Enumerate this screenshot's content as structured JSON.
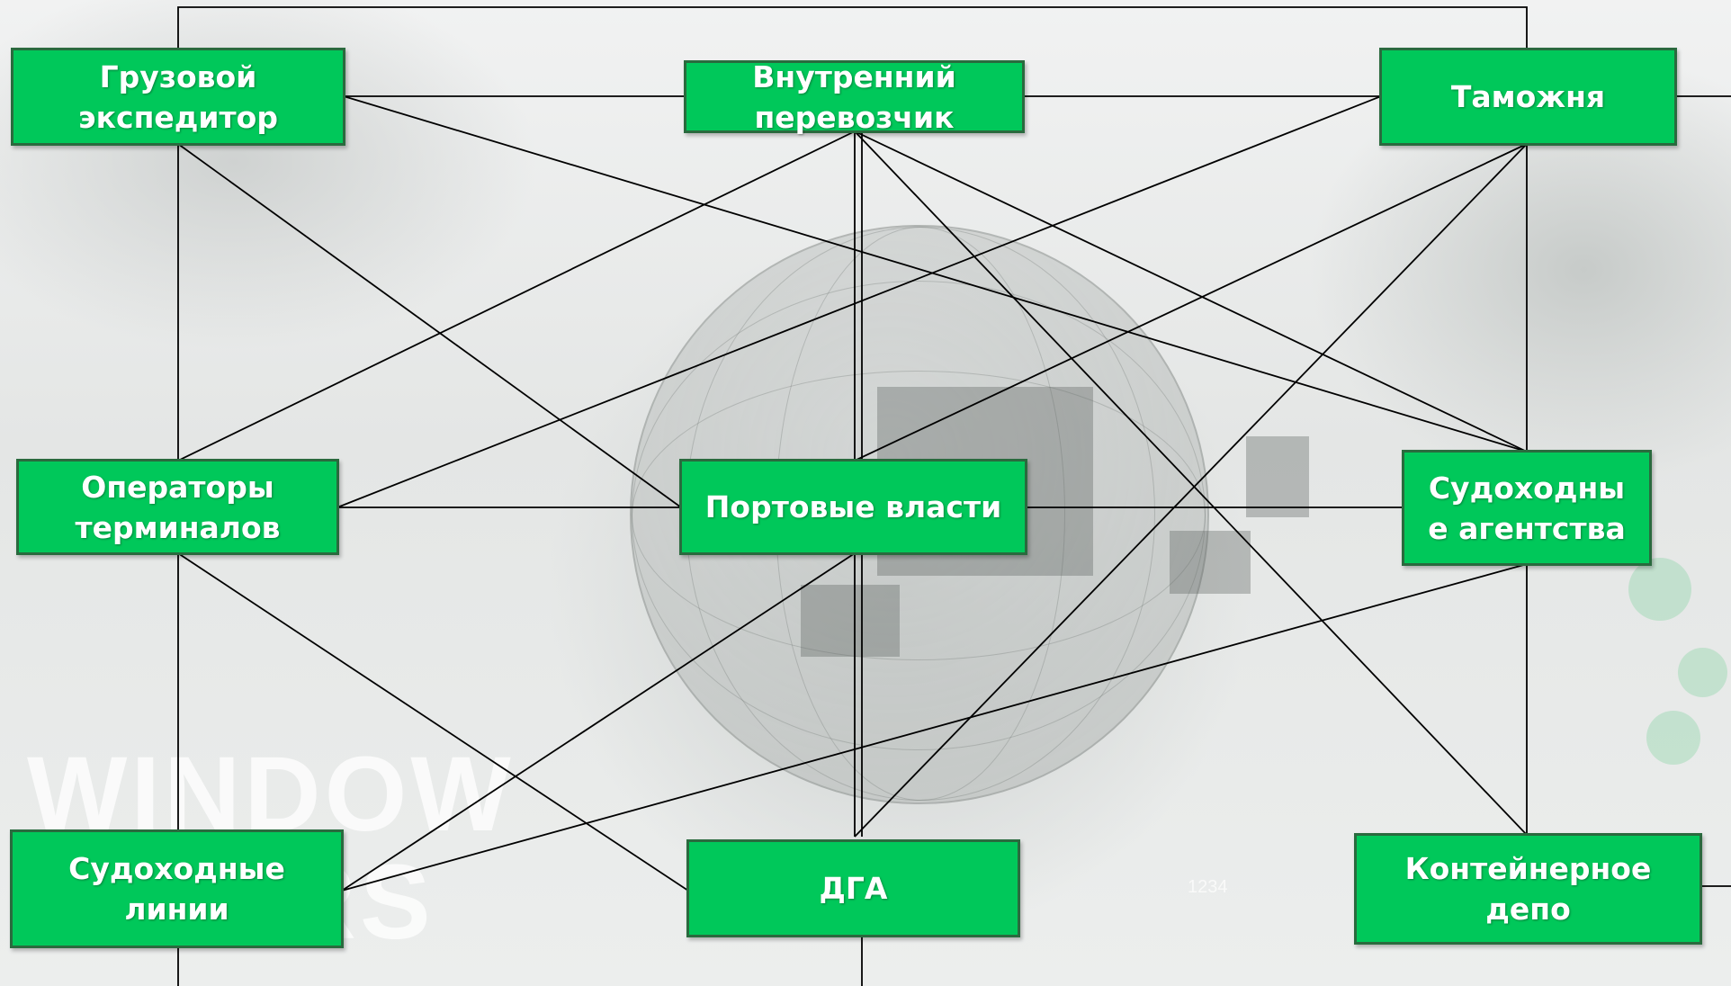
{
  "background": {
    "watermark_lines": [
      "WINDOW",
      "DOORS"
    ],
    "watermark_number": "1234",
    "node_color": "#00c85a",
    "node_border_color": "#2a6a3e",
    "line_color": "#000000"
  },
  "nodes": [
    {
      "id": "freight-forwarder",
      "label": "Грузовой\nэкспедитор"
    },
    {
      "id": "inland-carrier",
      "label": "Внутренний\nперевозчик"
    },
    {
      "id": "customs",
      "label": "Таможня"
    },
    {
      "id": "terminal-operators",
      "label": "Операторы\nтерминалов"
    },
    {
      "id": "port-authorities",
      "label": "Портовые власти"
    },
    {
      "id": "shipping-agencies",
      "label": "Судоходны\nе агентства"
    },
    {
      "id": "shipping-lines",
      "label": "Судоходные\nлинии"
    },
    {
      "id": "dga",
      "label": "ДГА"
    },
    {
      "id": "container-depot",
      "label": "Контейнерное\nдепо"
    }
  ],
  "connections": [
    [
      "freight-forwarder",
      "inland-carrier"
    ],
    [
      "freight-forwarder",
      "customs"
    ],
    [
      "freight-forwarder",
      "terminal-operators"
    ],
    [
      "freight-forwarder",
      "port-authorities"
    ],
    [
      "freight-forwarder",
      "shipping-agencies"
    ],
    [
      "inland-carrier",
      "customs"
    ],
    [
      "inland-carrier",
      "terminal-operators"
    ],
    [
      "inland-carrier",
      "port-authorities"
    ],
    [
      "inland-carrier",
      "shipping-agencies"
    ],
    [
      "inland-carrier",
      "container-depot"
    ],
    [
      "inland-carrier",
      "dga"
    ],
    [
      "customs",
      "terminal-operators"
    ],
    [
      "customs",
      "port-authorities"
    ],
    [
      "customs",
      "shipping-agencies"
    ],
    [
      "customs",
      "dga"
    ],
    [
      "terminal-operators",
      "port-authorities"
    ],
    [
      "terminal-operators",
      "shipping-lines"
    ],
    [
      "terminal-operators",
      "dga"
    ],
    [
      "port-authorities",
      "shipping-agencies"
    ],
    [
      "port-authorities",
      "shipping-lines"
    ],
    [
      "port-authorities",
      "dga"
    ],
    [
      "shipping-agencies",
      "shipping-lines"
    ],
    [
      "shipping-agencies",
      "container-depot"
    ]
  ]
}
